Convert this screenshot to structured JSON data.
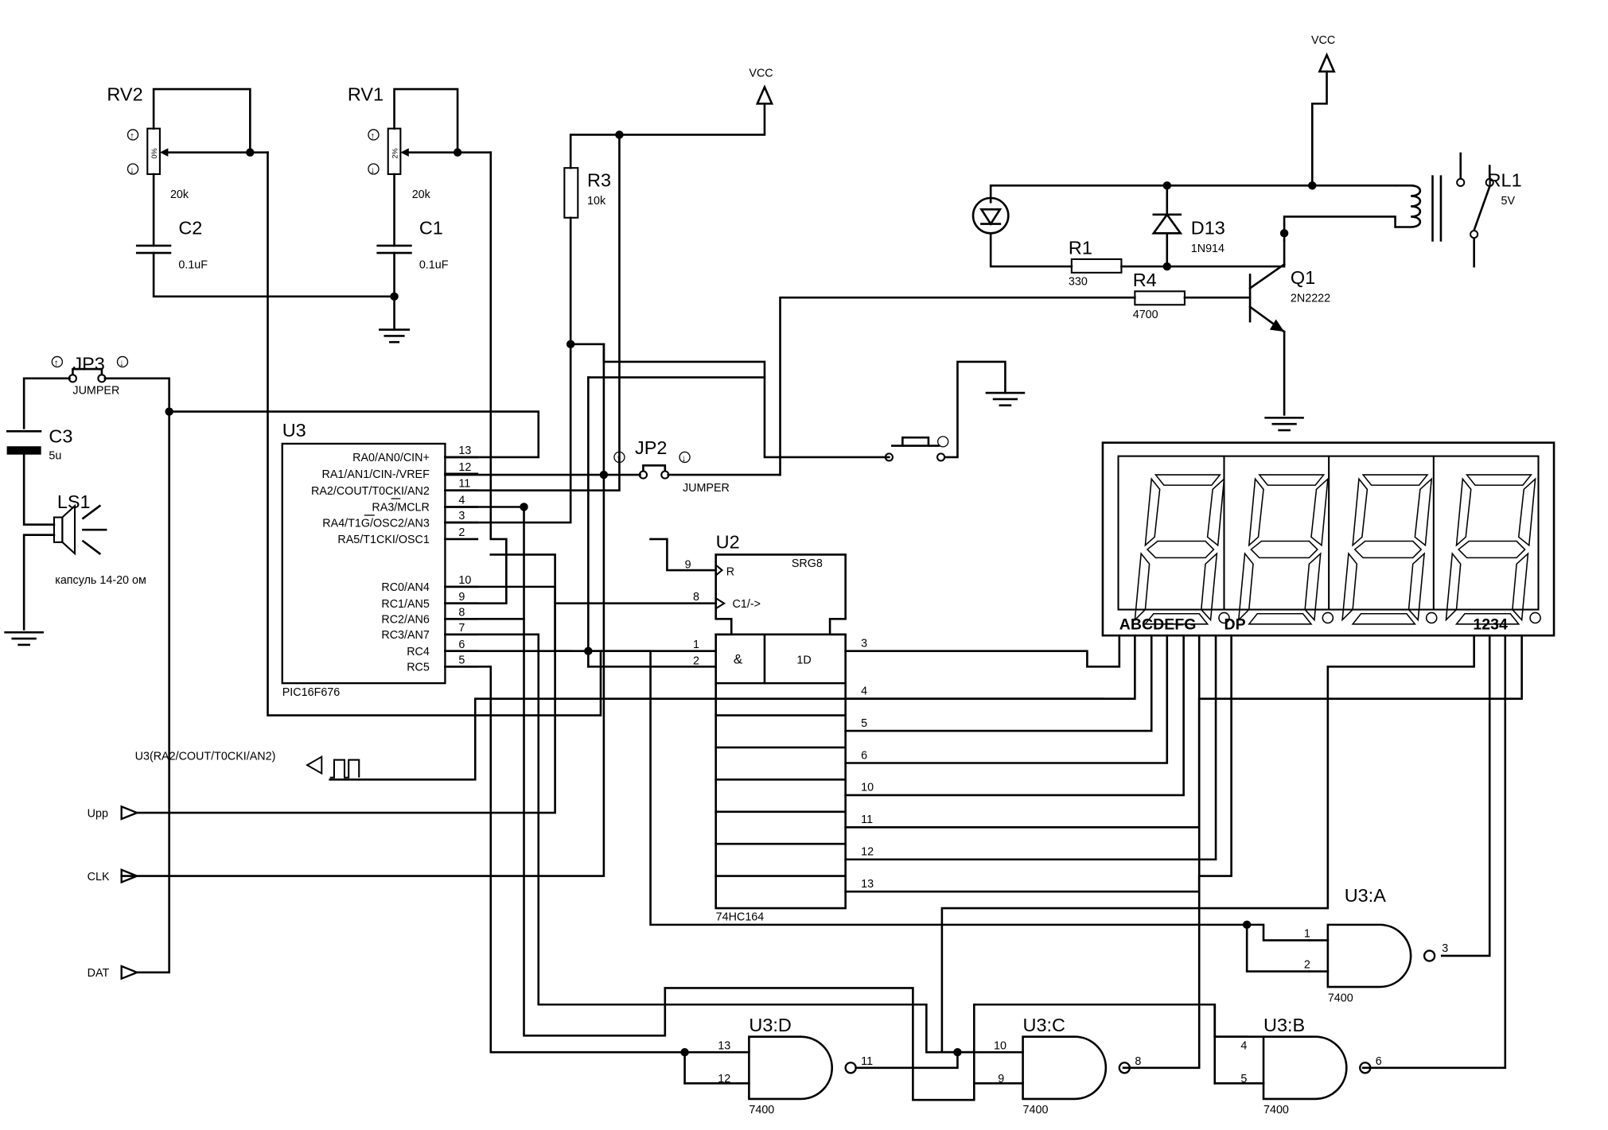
{
  "rails": {
    "vcc": "VCC",
    "vcc2": "VCC"
  },
  "rv2": {
    "name": "RV2",
    "value": "20k",
    "wiper": "0%"
  },
  "rv1": {
    "name": "RV1",
    "value": "20k",
    "wiper": "2%"
  },
  "c2": {
    "name": "C2",
    "value": "0.1uF"
  },
  "c1": {
    "name": "C1",
    "value": "0.1uF"
  },
  "r3": {
    "name": "R3",
    "value": "10k"
  },
  "d13": {
    "name": "D13",
    "part": "1N914"
  },
  "r1": {
    "name": "R1",
    "value": "330"
  },
  "r4": {
    "name": "R4",
    "value": "4700"
  },
  "q1": {
    "name": "Q1",
    "part": "2N2222"
  },
  "rl1": {
    "name": "RL1",
    "value": "5V"
  },
  "jp3": {
    "name": "JP3",
    "type": "JUMPER"
  },
  "jp2": {
    "name": "JP2",
    "type": "JUMPER"
  },
  "c3": {
    "name": "C3",
    "value": "5u"
  },
  "ls1": {
    "name": "LS1",
    "desc": "капсуль 14-20 ом"
  },
  "u3": {
    "name": "U3",
    "part": "PIC16F676",
    "pins": [
      {
        "label": "RA0/AN0/CIN+",
        "num": "13"
      },
      {
        "label": "RA1/AN1/CIN-/VREF",
        "num": "12"
      },
      {
        "label": "RA2/COUT/T0CKI/AN2",
        "num": "11"
      },
      {
        "label": "RA3/MCLR",
        "num": "4"
      },
      {
        "label": "RA4/T1G/OSC2/AN3",
        "num": "3"
      },
      {
        "label": "RA5/T1CKI/OSC1",
        "num": "2"
      },
      {
        "label": "RC0/AN4",
        "num": "10"
      },
      {
        "label": "RC1/AN5",
        "num": "9"
      },
      {
        "label": "RC2/AN6",
        "num": "8"
      },
      {
        "label": "RC3/AN7",
        "num": "7"
      },
      {
        "label": "RC4",
        "num": "6"
      },
      {
        "label": "RC5",
        "num": "5"
      }
    ]
  },
  "u2": {
    "name": "U2",
    "part": "74HC164",
    "title": "SRG8",
    "r_label": "R",
    "clk_label": "C1/->",
    "and_label": "&",
    "d_label": "1D",
    "pin_r": "9",
    "pin_clk": "8",
    "pin_a": "1",
    "pin_b": "2",
    "outputs": [
      "3",
      "4",
      "5",
      "6",
      "10",
      "11",
      "12",
      "13"
    ]
  },
  "display": {
    "segments_label": "ABCDEFG",
    "dp_label": "DP",
    "digits_label": "1234"
  },
  "probe": {
    "label": "U3(RA2/COUT/T0CKI/AN2)"
  },
  "ports": {
    "upp": "Upp",
    "clk": "CLK",
    "dat": "DAT"
  },
  "gates": {
    "a": {
      "name": "U3:A",
      "part": "7400",
      "in1": "1",
      "in2": "2",
      "out": "3"
    },
    "b": {
      "name": "U3:B",
      "part": "7400",
      "in1": "4",
      "in2": "5",
      "out": "6"
    },
    "c": {
      "name": "U3:C",
      "part": "7400",
      "in1": "10",
      "in2": "9",
      "out": "8"
    },
    "d": {
      "name": "U3:D",
      "part": "7400",
      "in1": "13",
      "in2": "12",
      "out": "11"
    }
  }
}
